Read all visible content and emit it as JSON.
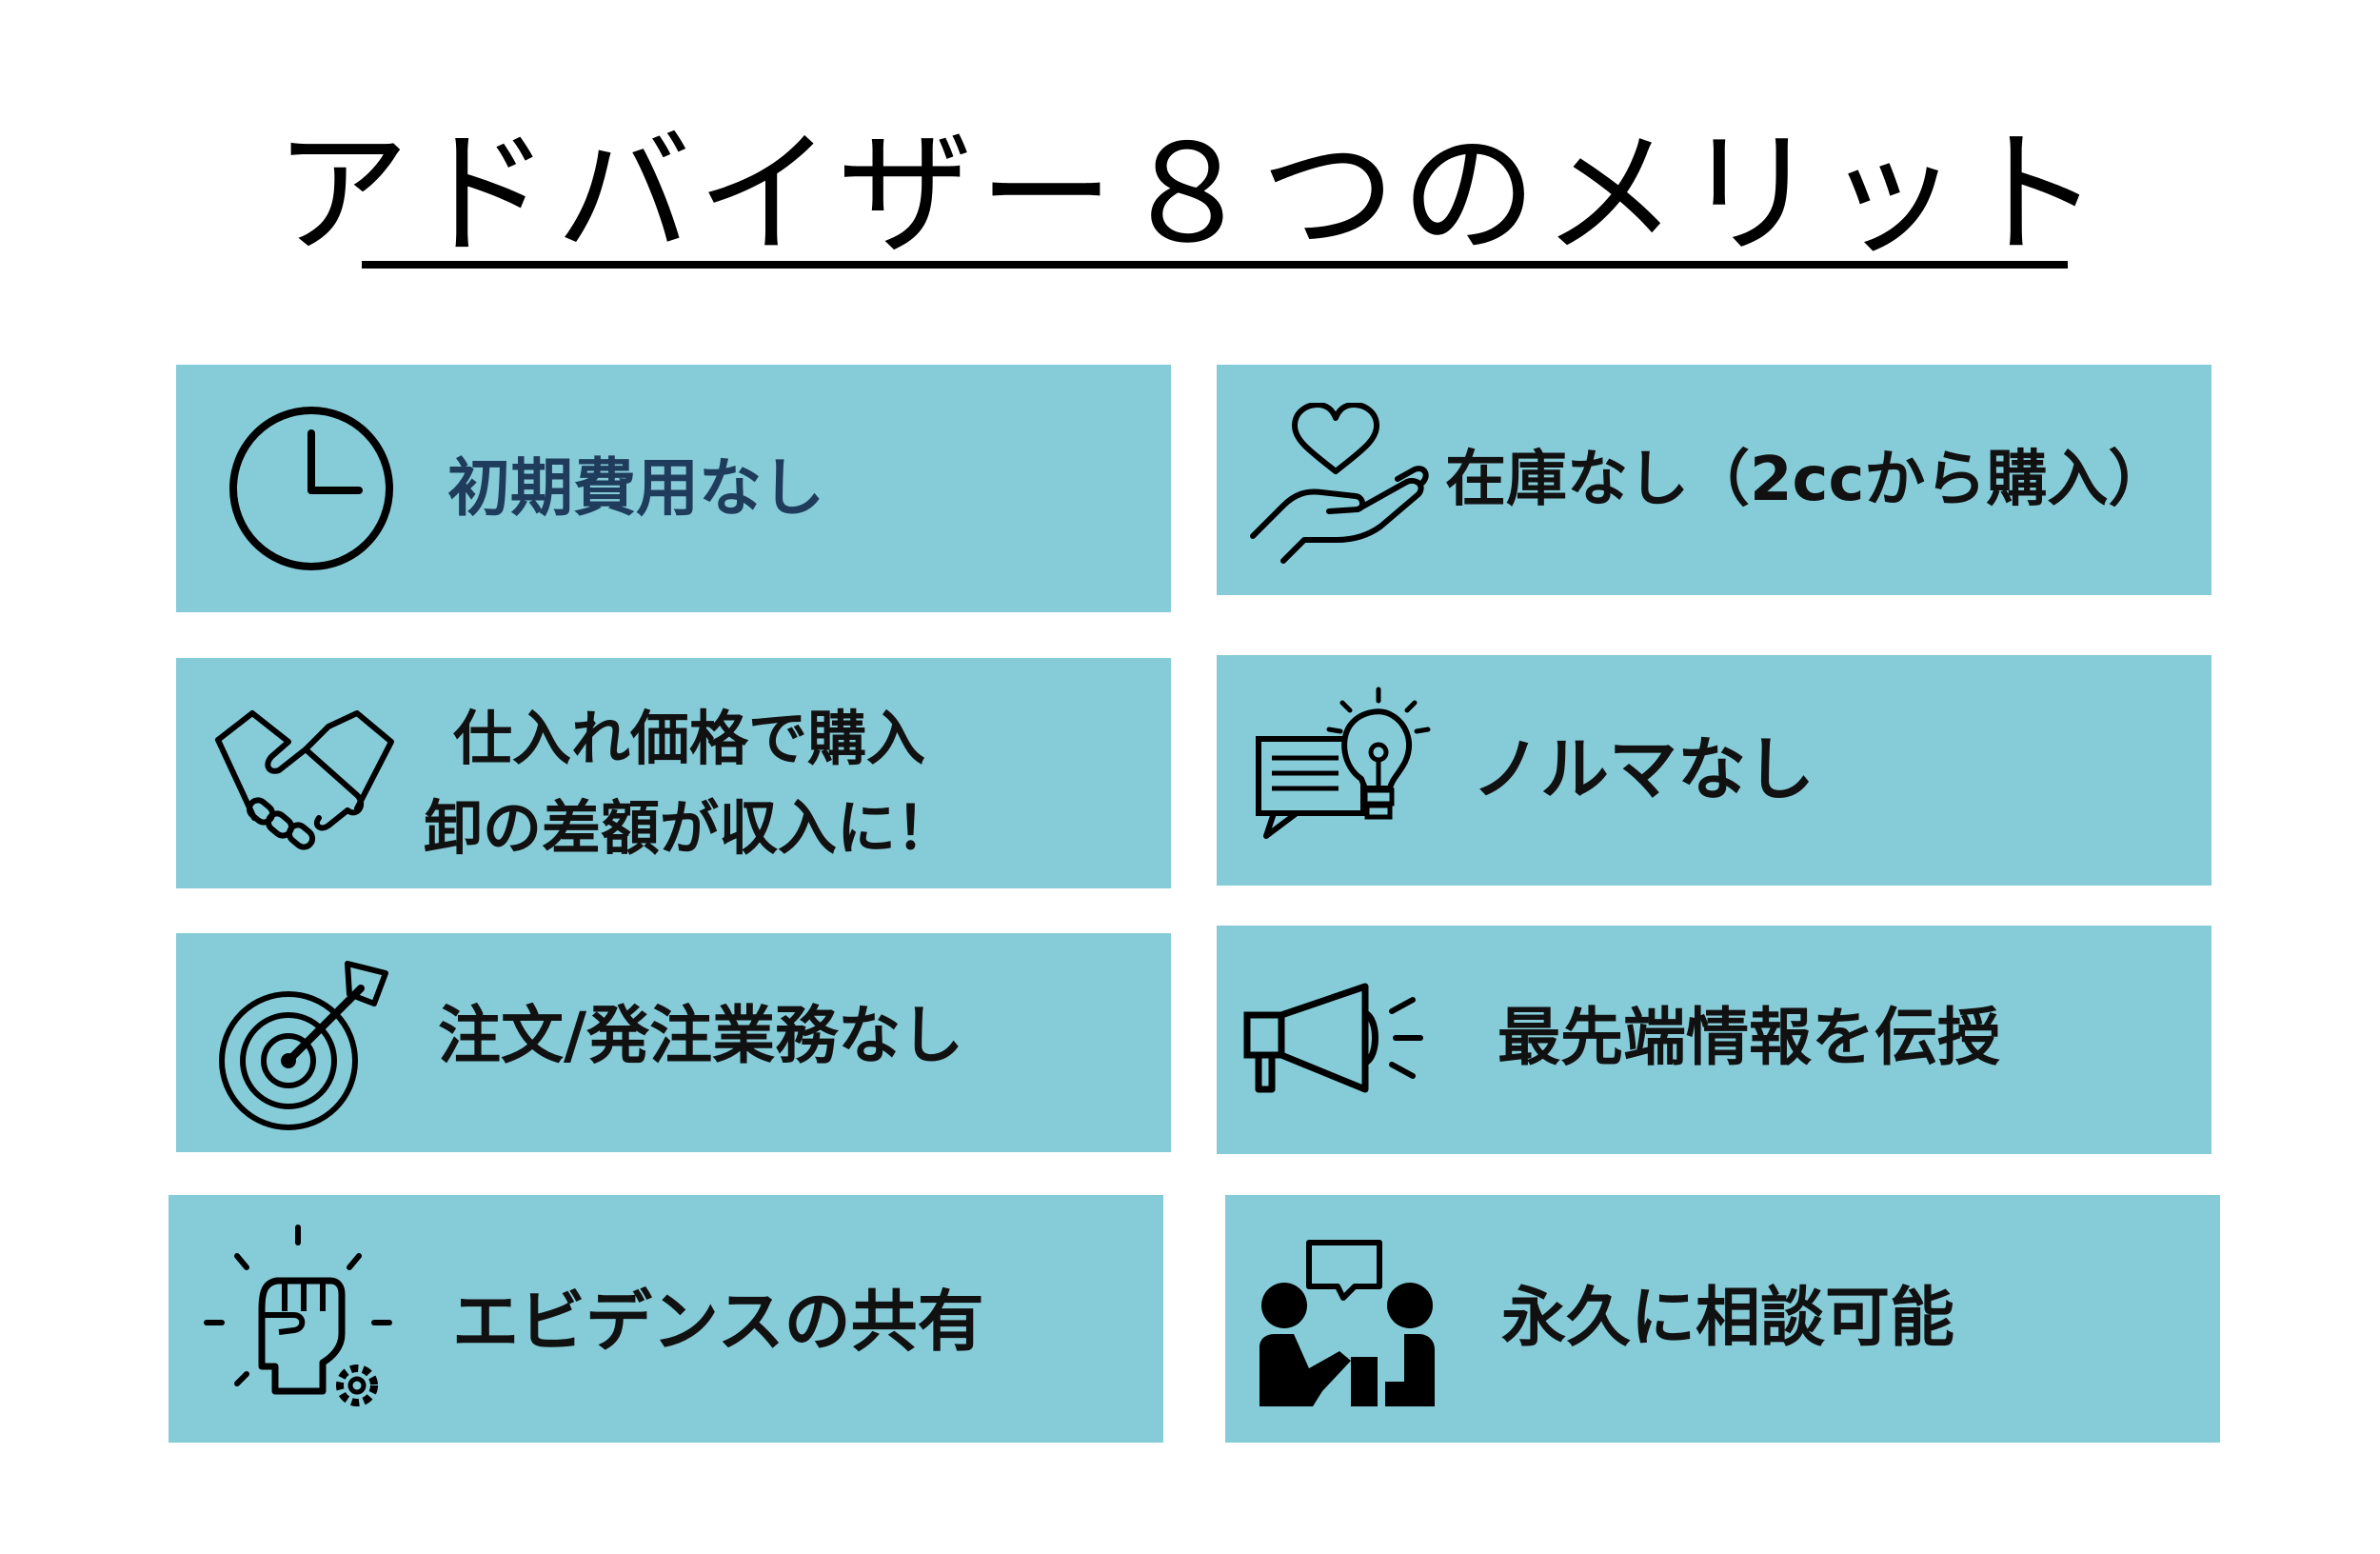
{
  "title": "アドバイザー８つのメリット",
  "colors": {
    "card_bg": "#86ccd8",
    "title_text": "#000000",
    "label_text": "#111111",
    "accent_label": "#1f3c5c"
  },
  "cards": [
    {
      "id": "no-initial-cost",
      "icon": "clock-icon",
      "label": "初期費用なし"
    },
    {
      "id": "no-inventory",
      "icon": "hand-heart-icon",
      "label": "在庫なし（2ccから購入）"
    },
    {
      "id": "wholesale-margin",
      "icon": "handshake-icon",
      "lines": [
        "仕入れ価格で購入",
        "卸の差額が収入に！"
      ]
    },
    {
      "id": "no-quota",
      "icon": "lightbulb-idea-icon",
      "label": "ノルマなし"
    },
    {
      "id": "no-order-work",
      "icon": "target-arrow-icon",
      "label": "注文/発注業務なし"
    },
    {
      "id": "latest-info",
      "icon": "megaphone-icon",
      "label": "最先端情報を伝授"
    },
    {
      "id": "evidence-share",
      "icon": "fist-gear-icon",
      "label": "エビデンスの共有"
    },
    {
      "id": "lifetime-consult",
      "icon": "consultation-icon",
      "label": "永久に相談可能"
    }
  ]
}
